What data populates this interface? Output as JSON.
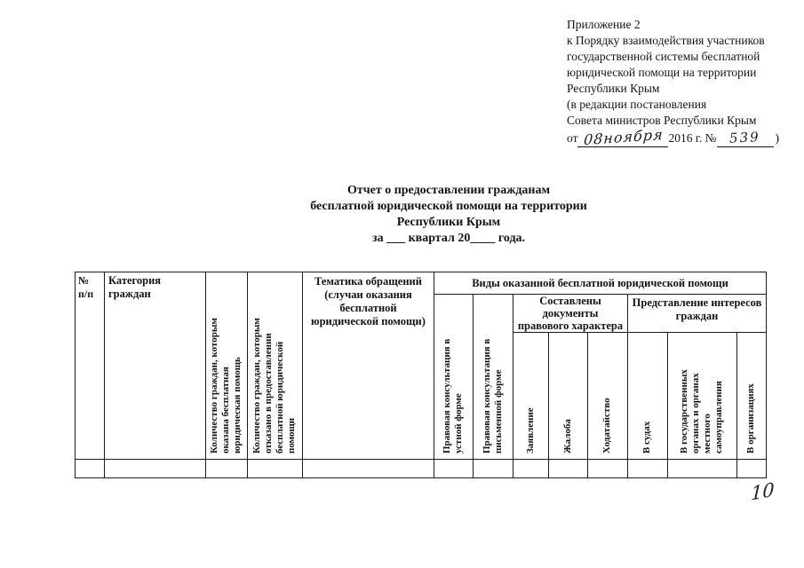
{
  "appendix": {
    "lines": [
      "Приложение 2",
      "к Порядку взаимодействия участников",
      "государственной системы бесплатной",
      "юридической помощи на территории",
      "Республики Крым",
      "(в редакции постановления",
      "Совета министров Республики Крым"
    ],
    "date_line": {
      "prefix": "от",
      "handwritten_date": "08ноября",
      "middle": "2016 г. №",
      "handwritten_number": "539",
      "suffix": ")"
    }
  },
  "title": {
    "lines": [
      "Отчет о предоставлении гражданам",
      "бесплатной юридической помощи на территории",
      "Республики Крым",
      "за ___ квартал  20____ года."
    ]
  },
  "table": {
    "headers": {
      "num_lines": [
        "№",
        "п/п"
      ],
      "category": "Категория граждан",
      "count_provided_lines": [
        "Количество граждан, которым",
        "оказана бесплатная",
        "юридическая помощь"
      ],
      "count_denied_lines": [
        "Количество  граждан, которым",
        "отказано в предоставлении",
        "бесплатной юридической",
        "помощи"
      ],
      "topic_lines": [
        "Тематика обращений",
        "(случаи оказания",
        "бесплатной",
        "юридической помощи)"
      ],
      "aid_types": "Виды оказанной бесплатной юридической помощи",
      "consult_oral_lines": [
        "Правовая консультация в",
        "устной форме"
      ],
      "consult_written_lines": [
        "Правовая консультация в",
        "письменной форме"
      ],
      "documents_group_lines": [
        "Составлены",
        "документы",
        "правового характера"
      ],
      "statement": "Заявление",
      "complaint": "Жалоба",
      "petition": "Ходатайство",
      "representation_group_lines": [
        "Представление интересов",
        "граждан"
      ],
      "in_courts": "В судах",
      "in_state_bodies_lines": [
        "В государственных",
        "органах и органах",
        "местного",
        "самоуправления"
      ],
      "in_organizations": "В организациях"
    }
  },
  "page_number": "10"
}
